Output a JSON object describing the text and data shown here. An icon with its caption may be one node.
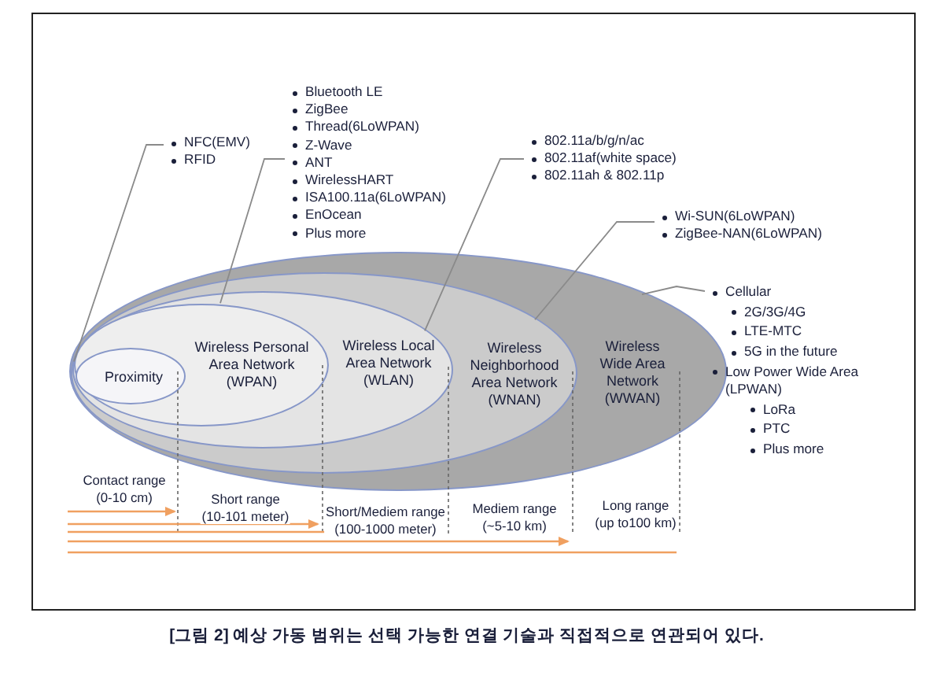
{
  "diagram": {
    "caption": "[그림 2] 예상 가동 범위는 선택 가능한 연결 기술과 직접적으로 연관되어 있다.",
    "nodes": [
      {
        "text": [
          "NFC(EMV)",
          "RFID"
        ]
      },
      {
        "text": [
          "Bluetooth LE",
          "ZigBee",
          "Thread(6LoWPAN)",
          "Z-Wave",
          "ANT",
          "WirelessHART",
          "ISA100.11a(6LoWPAN)",
          "EnOcean",
          "Plus more"
        ]
      },
      {
        "text": [
          "802.11a/b/g/n/ac",
          "802.11af(white space)",
          "802.11ah & 802.11p"
        ]
      },
      {
        "text": [
          "Wi-SUN(6LoWPAN)",
          "ZigBee-NAN(6LoWPAN)"
        ]
      },
      {
        "text": [
          "Cellular",
          "2G/3G/4G",
          "LTE-MTC",
          "5G in the future",
          "Low Power Wide Area (LPWAN)",
          "LoRa",
          "PTC",
          "Plus more"
        ]
      },
      {
        "text": [
          "Wireless Wide Area Network (WWAN)"
        ]
      },
      {
        "text": [
          "Wireless Neighborhood Area Network (WNAN)"
        ],
        "in": 5
      },
      {
        "text": [
          "Wireless Local Area Network (WLAN)"
        ],
        "in": 6
      },
      {
        "text": [
          "Wireless Personal Area Network (WPAN)"
        ],
        "in": 7
      },
      {
        "text": [
          "Proximity"
        ],
        "in": 8
      }
    ],
    "edges": [
      {
        "from": 0,
        "to": 9,
        "arrow": "none"
      },
      {
        "from": 1,
        "to": 8,
        "arrow": "none"
      },
      {
        "from": 2,
        "to": 7,
        "arrow": "none"
      },
      {
        "from": 3,
        "to": 6,
        "arrow": "none"
      },
      {
        "from": 4,
        "to": 5,
        "arrow": "none"
      }
    ],
    "labels": [
      "Contact range (0-10 cm)",
      "Short range (10-101 meter)",
      "Short/Mediem range (100-1000 meter)",
      "Mediem range (~5-10 km)",
      "Long range (up to100 km)"
    ]
  }
}
